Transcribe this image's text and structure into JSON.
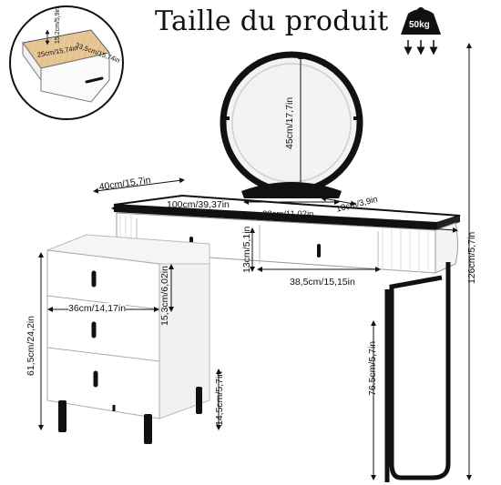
{
  "title": "Taille du produit",
  "weight_badge": "50kg",
  "icons": {
    "weight": "weight-icon",
    "mirror": "round-mirror-icon"
  },
  "inset_drawer": {
    "height": "15,2cm/5,9in",
    "width": "33,5cm/15,74in",
    "depth": "25cm/15,74in"
  },
  "dimensions": {
    "mirror_height": "45cm/17,7in",
    "table_depth": "40cm/15,7in",
    "table_width": "100cm/39,37in",
    "mirror_base_width": "28cm/11,02in",
    "mirror_base_depth": "10cm/3,9in",
    "total_height": "126cm/5,7in",
    "drawer_height": "13cm/5,1in",
    "drawer_width": "38,5cm/15,15in",
    "cabinet_drawer_height": "15,3cm/6,02in",
    "cabinet_width": "36cm/14,17in",
    "cabinet_height": "61,5cm/24,2in",
    "leg_height": "14,5cm/5,7in",
    "table_height": "76.5cm/5,7in"
  }
}
